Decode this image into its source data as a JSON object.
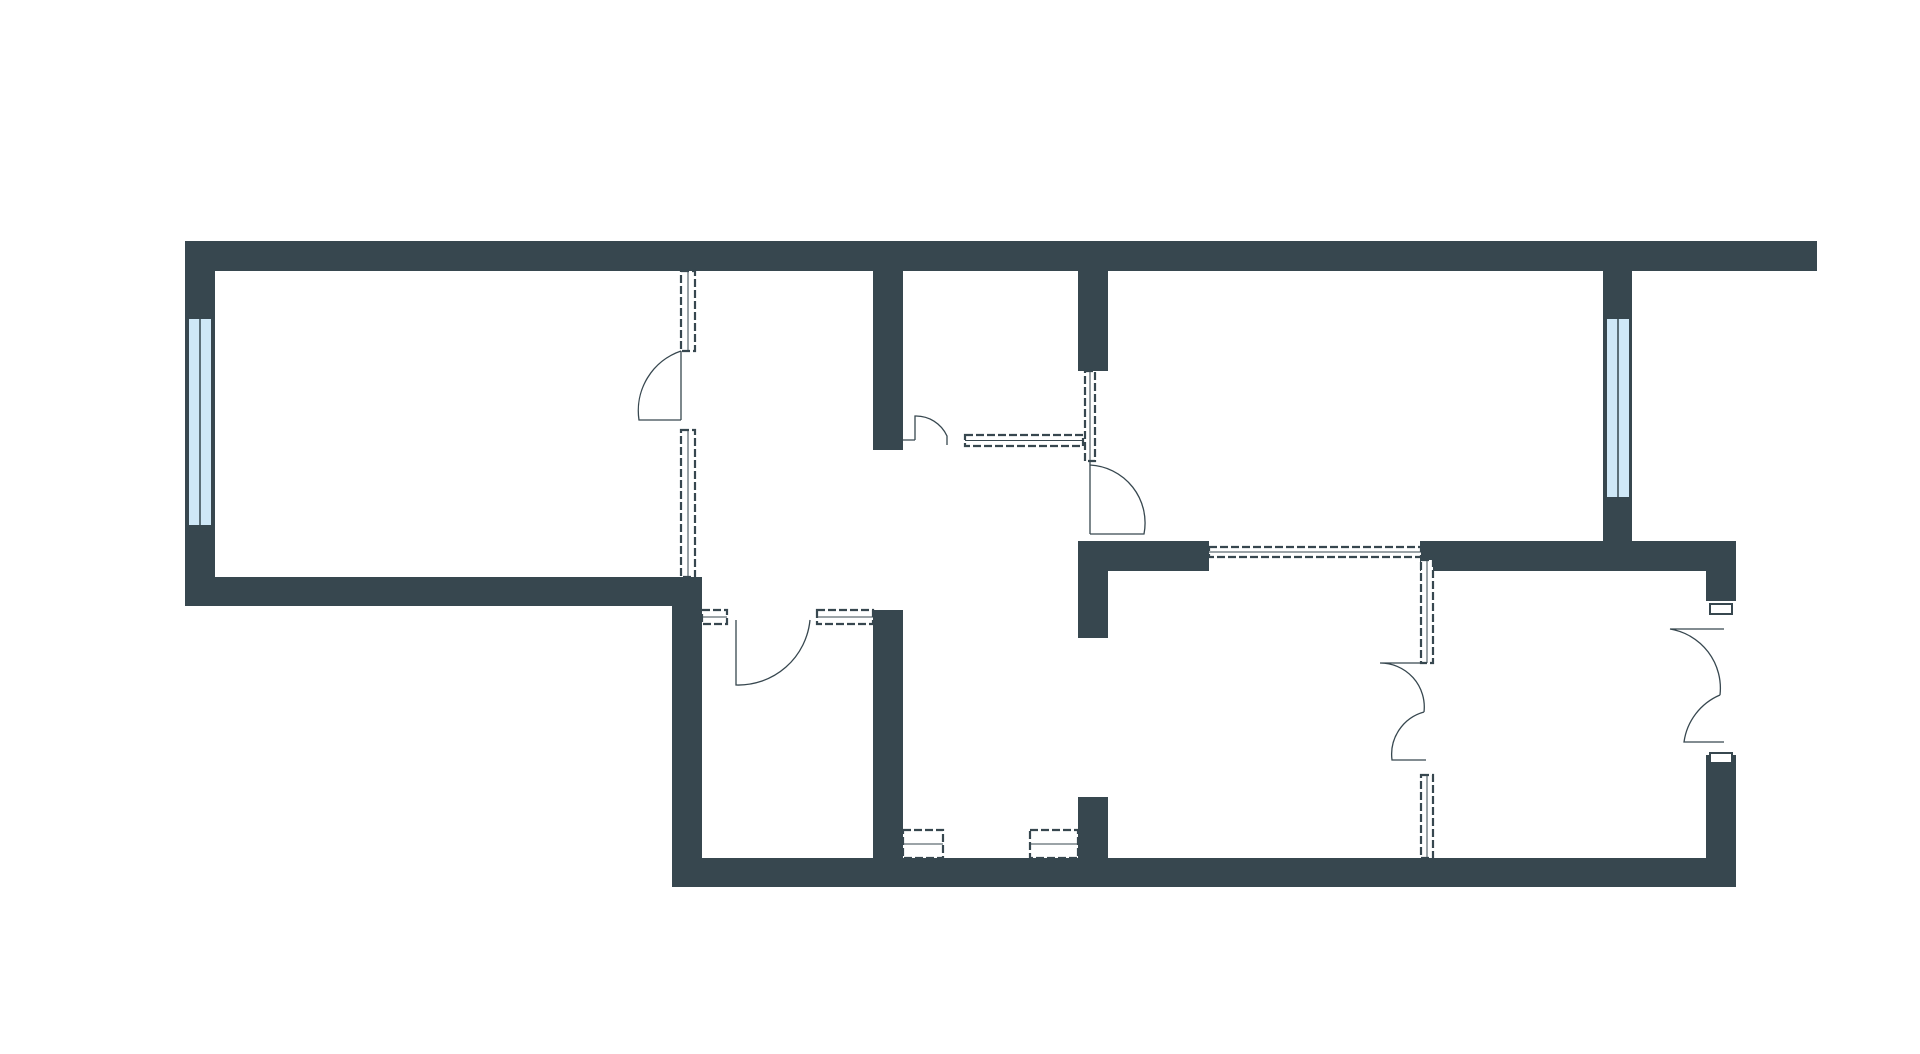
{
  "colors": {
    "background": "#ffffff",
    "wall": "#37474f",
    "partition": "#37474f",
    "partition_fill": "#ffffff",
    "window_fill": "#cfe8f7",
    "window_stroke": "#37474f",
    "door_line": "#37474f"
  },
  "plan": {
    "walls": [
      "outer-top-wall",
      "outer-left-wall",
      "outer-left-bottom-wall",
      "outer-step-wall",
      "outer-bottom-wall",
      "outer-right-wall",
      "outer-right-step-wall",
      "outer-far-right-wall",
      "wall-stub-top-center",
      "wall-stub-top-right",
      "wall-l-corner-vertical",
      "wall-l-corner-horizontal",
      "wall-closet-divider",
      "wall-stub-bottom"
    ],
    "windows": [
      "window-left",
      "window-right"
    ],
    "doors": [
      "door-living-room",
      "door-bathroom",
      "door-storage",
      "door-bedroom",
      "door-kitchen",
      "door-entrance-double"
    ]
  }
}
